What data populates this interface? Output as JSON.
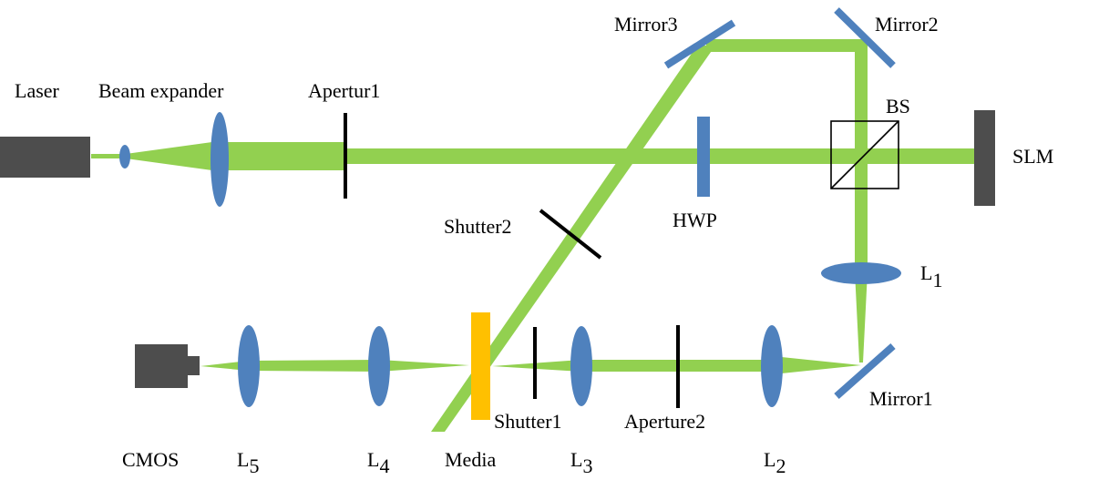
{
  "labels": {
    "laser": "Laser",
    "beam_expander": "Beam expander",
    "aperture1": "Apertur1",
    "mirror3": "Mirror3",
    "mirror2": "Mirror2",
    "bs": "BS",
    "slm": "SLM",
    "hwp": "HWP",
    "shutter2": "Shutter2",
    "l1": {
      "main": "L",
      "sub": "1"
    },
    "mirror1": "Mirror1",
    "shutter1": "Shutter1",
    "aperture2": "Aperture2",
    "cmos": "CMOS",
    "l5": {
      "main": "L",
      "sub": "5"
    },
    "l4": {
      "main": "L",
      "sub": "4"
    },
    "media": "Media",
    "l3": {
      "main": "L",
      "sub": "3"
    },
    "l2": {
      "main": "L",
      "sub": "2"
    }
  },
  "colors": {
    "beam": "#92d050",
    "optic_blue": "#4f81bd",
    "device_gray": "#4d4d4d",
    "media_orange": "#ffc000",
    "aperture_black": "#000000"
  }
}
